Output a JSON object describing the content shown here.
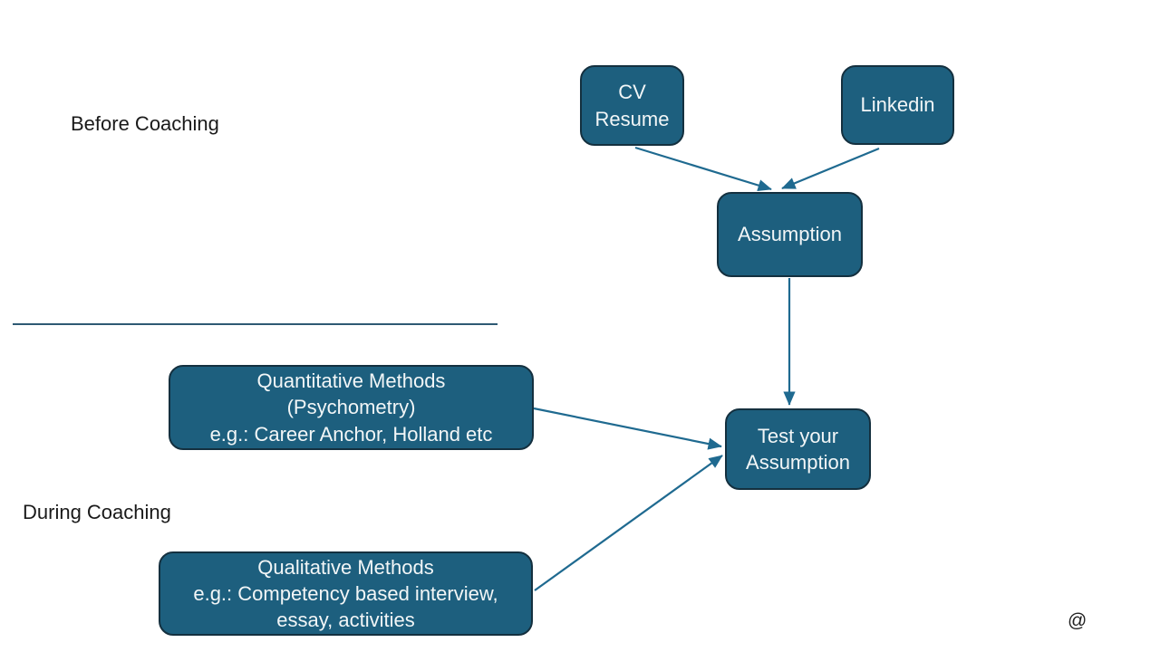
{
  "slide": {
    "section_labels": {
      "before_coaching": "Before Coaching",
      "during_coaching": "During Coaching"
    },
    "watermark": "@",
    "colors": {
      "node_fill": "#1d5f7e",
      "node_border": "#14303f",
      "node_text": "#f2f6f7",
      "connector": "#1f6a90",
      "divider": "#2e5a73",
      "label_text": "#1a1a1a"
    },
    "nodes": {
      "cv_resume": {
        "label": "CV\nResume"
      },
      "linkedin": {
        "label": "Linkedin"
      },
      "assumption": {
        "label": "Assumption"
      },
      "test_assumption": {
        "label": "Test your\nAssumption"
      },
      "quantitative": {
        "label": "Quantitative Methods\n(Psychometry)\ne.g.: Career Anchor, Holland etc"
      },
      "qualitative": {
        "label": "Qualitative Methods\ne.g.: Competency based interview,\nessay, activities"
      }
    },
    "edges": [
      {
        "from": "cv_resume",
        "to": "assumption"
      },
      {
        "from": "linkedin",
        "to": "assumption"
      },
      {
        "from": "assumption",
        "to": "test_assumption"
      },
      {
        "from": "quantitative",
        "to": "test_assumption"
      },
      {
        "from": "qualitative",
        "to": "test_assumption"
      }
    ]
  }
}
